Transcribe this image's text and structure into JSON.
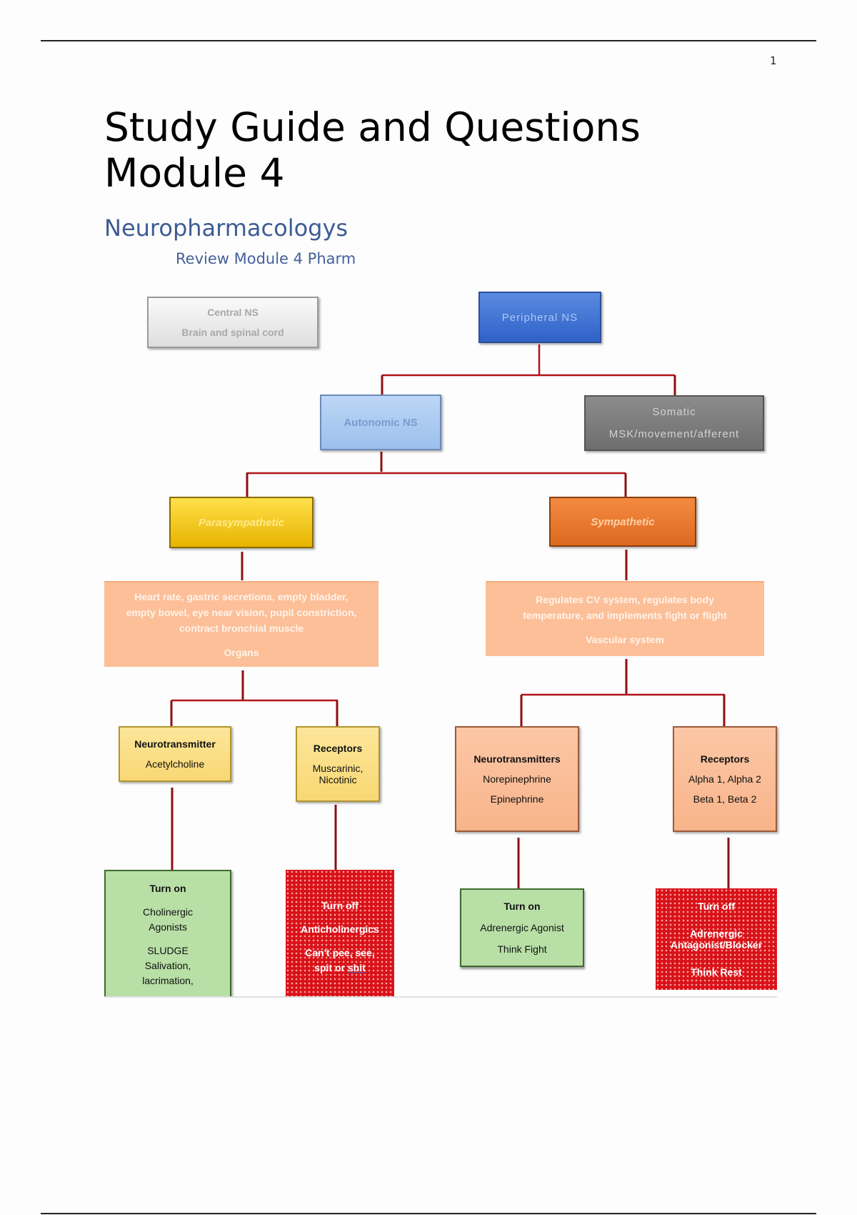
{
  "page": {
    "number": "1",
    "title_line1": "Study Guide and Questions",
    "title_line2": "Module 4",
    "heading": "Neuropharmacologys",
    "subheading": "Review Module 4 Pharm"
  },
  "diagram": {
    "line_color": "#b0141a",
    "central": {
      "title": "Central NS",
      "desc": "Brain and spinal cord"
    },
    "peripheral": {
      "title": "Peripheral NS"
    },
    "autonomic": {
      "title": "Autonomic NS"
    },
    "somatic": {
      "title": "Somatic",
      "desc": "MSK/movement/afferent"
    },
    "parasympathetic": {
      "title": "Parasympathetic",
      "desc_line1": "Heart rate, gastric secretions, empty bladder,",
      "desc_line2": "empty bowel, eye near vision, pupil constriction,",
      "desc_line3": "contract bronchial muscle",
      "desc_label": "Organs",
      "neurotransmitter": {
        "title": "Neurotransmitter",
        "value": "Acetylcholine"
      },
      "receptors": {
        "title": "Receptors",
        "value_line1": "Muscarinic,",
        "value_line2": "Nicotinic"
      },
      "turn_on": {
        "title": "Turn on",
        "line1": "Cholinergic",
        "line2": "Agonists",
        "line3": "SLUDGE",
        "line4": "Salivation,",
        "line5": "lacrimation,"
      },
      "turn_off": {
        "title": "Turn off",
        "line1": "Anticholinergics",
        "line2": "Can't pee, see,",
        "line3_a": "spit or ",
        "line3_b": "shit"
      }
    },
    "sympathetic": {
      "title": "Sympathetic",
      "desc_line1": "Regulates CV system, regulates body",
      "desc_line2": "temperature, and implements fight or flight",
      "desc_label": "Vascular system",
      "neurotransmitters": {
        "title": "Neurotransmitters",
        "value1": "Norepinephrine",
        "value2": "Epinephrine"
      },
      "receptors": {
        "title": "Receptors",
        "value1": "Alpha 1, Alpha 2",
        "value2": "Beta 1, Beta 2"
      },
      "turn_on": {
        "title": "Turn on",
        "line1": "Adrenergic Agonist",
        "line2": "Think Fight"
      },
      "turn_off": {
        "title": "Turn off",
        "line1": "Adrenergic",
        "line2": "Antagonist/Blocker",
        "line3": "Think Rest"
      }
    }
  }
}
